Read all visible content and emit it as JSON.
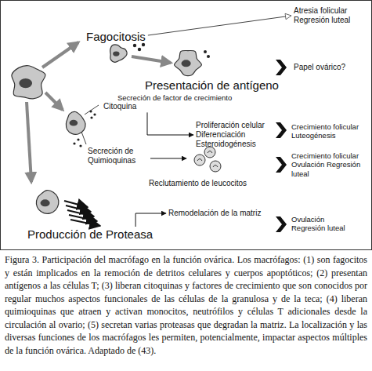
{
  "diagram": {
    "caption": "Figura 3. Participación del macrófago en la función ovárica. Los macrófagos: (1) son fagocitos y están implicados en la remoción de detritos celulares y cuerpos apoptóticos; (2) presentan antígenos a las células T; (3) liberan citoquinas y factores de crecimiento que son conocidos por regular muchos aspectos funcionales de las células de la granulosa y de la teca; (4) liberan quimioquinas que atraen y activan monocitos, neutrófilos y células T adicionales desde la circulación al ovario; (5) secretan varias proteasas que degradan la matriz. La localización y las diversas funciones de los macrófagos les permiten, potencialmente, impactar aspectos múltiples de la función ovárica. Adaptado de (43).",
    "nodes": [
      {
        "text": [
          "Fagocitosis"
        ]
      },
      {
        "text": [
          "Atresia folicular Regresión luteal"
        ]
      },
      {
        "text": [
          "Presentación de antígeno"
        ]
      },
      {
        "text": [
          "Papel ovárico?"
        ]
      },
      {
        "text": [
          "Secreción de factor de crecimiento",
          "Citoquina"
        ]
      },
      {
        "text": [
          "Proliferación celular Diferenciación Esteroidogénesis"
        ]
      },
      {
        "text": [
          "Crecimiento folicular Luteogénesis"
        ]
      },
      {
        "text": [
          "Secreción de Quimioquinas"
        ]
      },
      {
        "text": [
          "Reclutamiento de leucocitos"
        ]
      },
      {
        "text": [
          "Crecimiento folicular Ovulación Regresión luteal"
        ]
      },
      {
        "text": [
          "Producción de Proteasa"
        ]
      },
      {
        "text": [
          "Remodelación de la matriz"
        ]
      },
      {
        "text": [
          "Ovulación Regresión luteal"
        ]
      }
    ],
    "edges": [
      {
        "from": 0,
        "to": 1,
        "arrow": "to"
      },
      {
        "from": 4,
        "to": 5,
        "arrow": "to"
      },
      {
        "from": 10,
        "to": 11,
        "arrow": "to"
      }
    ]
  }
}
